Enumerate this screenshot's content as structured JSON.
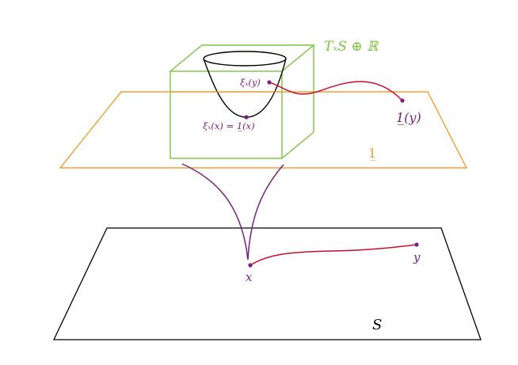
{
  "labels": {
    "tangent_space": "TₓS ⊕ ℝ",
    "trivial_bundle": "1̲",
    "one_of_y": "1̲(y)",
    "xi_x_of_y": "ξₓ(y)",
    "xi_x_of_x": "ξₓ(x) = 1̲(x)",
    "point_x": "x",
    "point_y": "y",
    "manifold": "S"
  },
  "colors": {
    "green": "#7cc540",
    "orange": "#f0a030",
    "purple": "#7a1f82",
    "red": "#c8102e",
    "black": "#000000"
  }
}
